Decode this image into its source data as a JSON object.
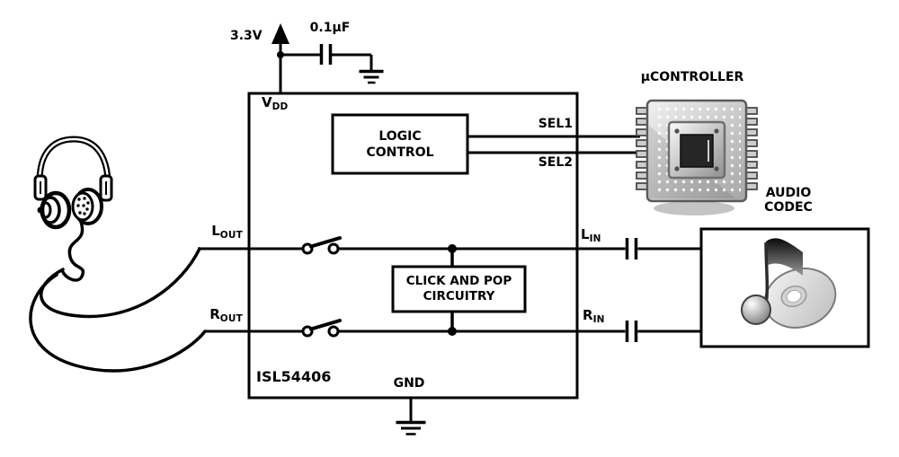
{
  "diagram": {
    "part_number": "ISL54406",
    "supply_voltage": "3.3V",
    "decoupling_cap": "0.1µF",
    "vdd": {
      "main": "V",
      "sub": "DD"
    },
    "gnd": "GND",
    "logic_control": {
      "line1": "LOGIC",
      "line2": "CONTROL"
    },
    "click_pop": {
      "line1": "CLICK AND POP",
      "line2": "CIRCUITRY"
    },
    "sel1": "SEL1",
    "sel2": "SEL2",
    "lout": {
      "main": "L",
      "sub": "OUT"
    },
    "rout": {
      "main": "R",
      "sub": "OUT"
    },
    "lin": {
      "main": "L",
      "sub": "IN"
    },
    "rin": {
      "main": "R",
      "sub": "IN"
    },
    "microcontroller": "µCONTROLLER",
    "audio_codec": {
      "line1": "AUDIO",
      "line2": "CODEC"
    },
    "colors": {
      "line": "#000000",
      "background": "#ffffff",
      "chip_body": "#c8c8c8",
      "shadow": "#c4c4c4"
    }
  },
  "icons": {
    "headphones": "headphones-icon",
    "microcontroller": "microcontroller-chip-icon",
    "audio_source": "music-note-cd-icon"
  }
}
